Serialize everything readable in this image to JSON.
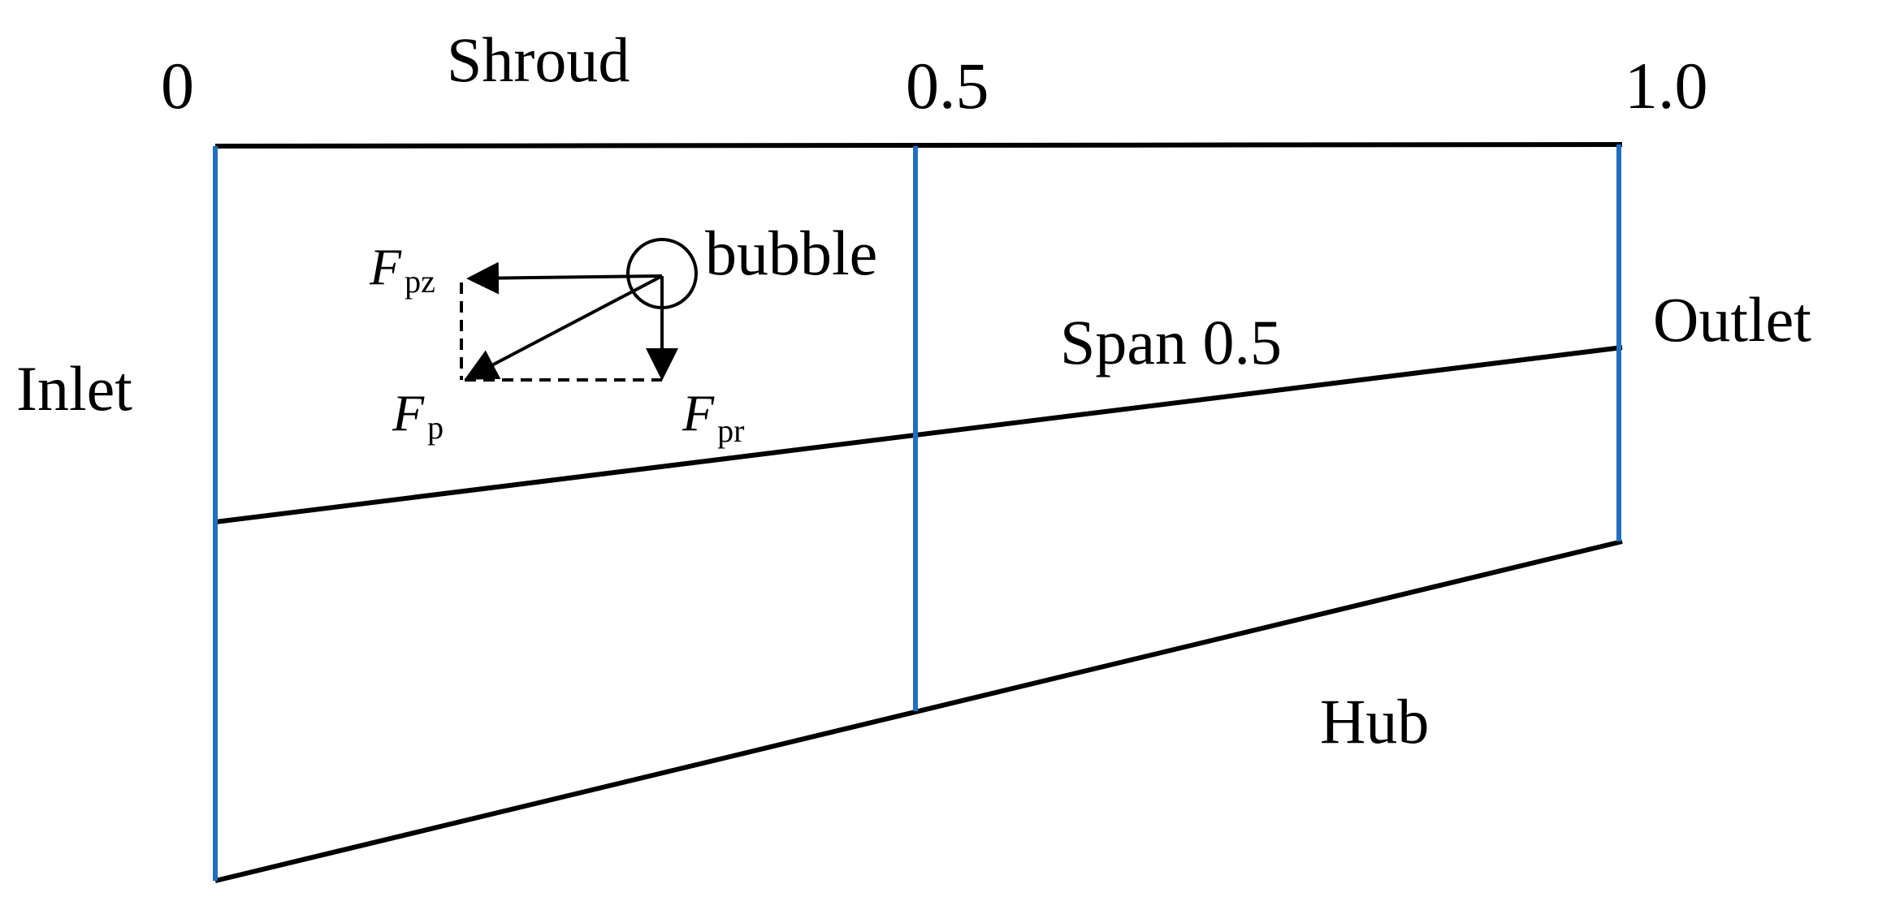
{
  "labels": {
    "tick_0": "0",
    "tick_05": "0.5",
    "tick_10": "1.0",
    "shroud": "Shroud",
    "hub": "Hub",
    "inlet": "Inlet",
    "outlet": "Outlet",
    "span": "Span 0.5",
    "bubble": "bubble",
    "fpz_main": "F",
    "fpz_sub": "pz",
    "fp_main": "F",
    "fp_sub": "p",
    "fpr_main": "F",
    "fpr_sub": "pr"
  },
  "colors": {
    "edge_black": "#000000",
    "station_blue": "#1f6fc0"
  }
}
